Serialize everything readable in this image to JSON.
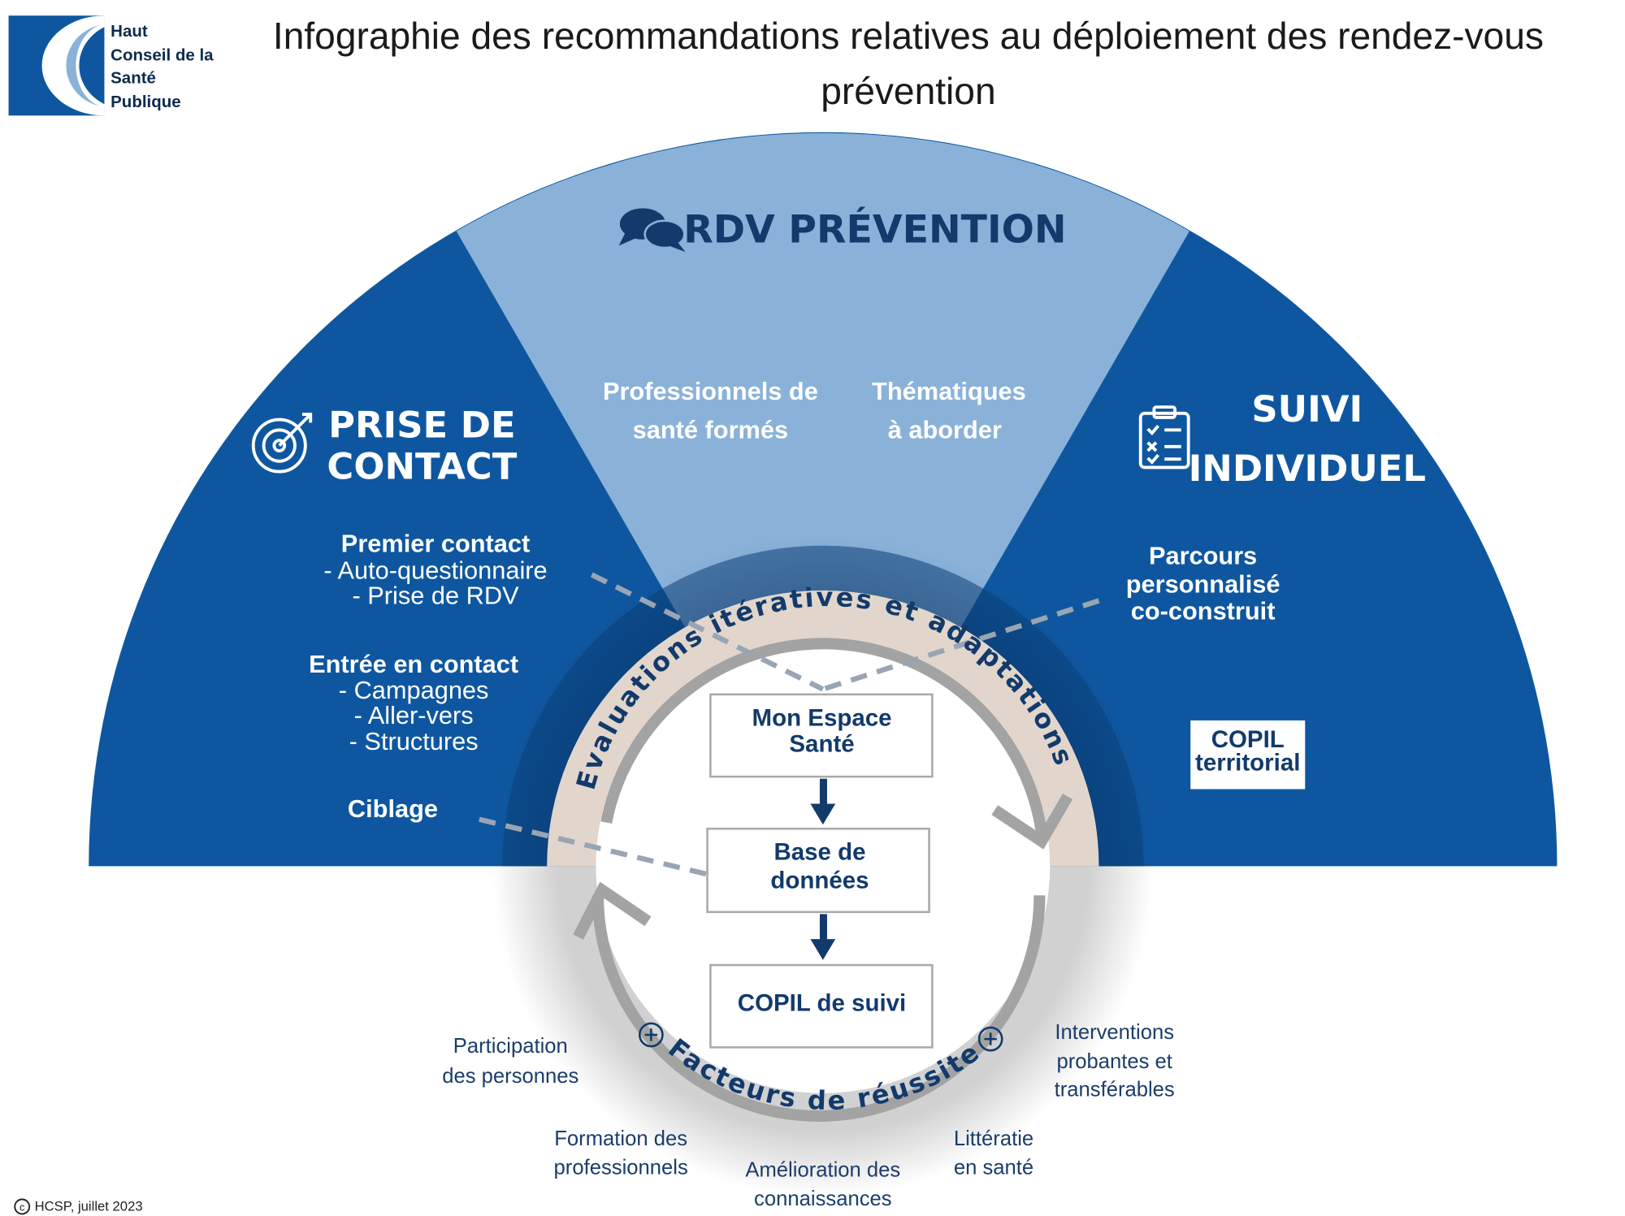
{
  "logo": {
    "lines": [
      "Haut",
      "Conseil de la",
      "Santé",
      "Publique"
    ]
  },
  "title": {
    "line1": "Infographie des recommandations relatives au déploiement des rendez-vous",
    "line2": "prévention"
  },
  "center_section": {
    "title": "RDV PRÉVENTION",
    "icon": "speech-bubbles-icon",
    "items": [
      {
        "line1": "Professionnels de",
        "line2": "santé formés"
      },
      {
        "line1": "Thématiques",
        "line2": "à aborder"
      }
    ]
  },
  "left_section": {
    "title_line1": "PRISE  DE",
    "title_line2": "CONTACT",
    "icon": "target-icon",
    "premier_contact": {
      "title": "Premier contact",
      "items": [
        "- Auto-questionnaire",
        "- Prise de RDV"
      ]
    },
    "entree_contact": {
      "title": "Entrée en contact",
      "items": [
        "- Campagnes",
        "- Aller-vers",
        "- Structures"
      ]
    },
    "ciblage": "Ciblage"
  },
  "right_section": {
    "title_line1": "SUIVI",
    "title_line2": "INDIVIDUEL",
    "icon": "checklist-icon",
    "parcours": [
      "Parcours",
      "personnalisé",
      "co-construit"
    ],
    "copil_territorial": [
      "COPIL",
      "territorial"
    ]
  },
  "cycle": {
    "top_label": "Evaluations itératives et adaptations",
    "bottom_label": "Facteurs de réussite",
    "boxes": [
      {
        "line1": "Mon Espace",
        "line2": "Santé"
      },
      {
        "line1": "Base de",
        "line2": "données"
      },
      {
        "line1": "COPIL de suivi"
      }
    ]
  },
  "success_factors": [
    [
      "Participation",
      "des personnes"
    ],
    [
      "Formation des",
      "professionnels"
    ],
    [
      "Amélioration des",
      "connaissances"
    ],
    [
      "Littératie",
      "en santé"
    ],
    [
      "Interventions",
      "probantes et",
      "transférables"
    ]
  ],
  "footer": {
    "copyright": "HCSP, juillet 2023"
  },
  "colors": {
    "dark_blue": "#0e57a0",
    "light_blue": "#8ab2d9",
    "beige": "#e2d6cc",
    "navy_text": "#123a6b",
    "gray_arrow": "#a3a3a3"
  }
}
